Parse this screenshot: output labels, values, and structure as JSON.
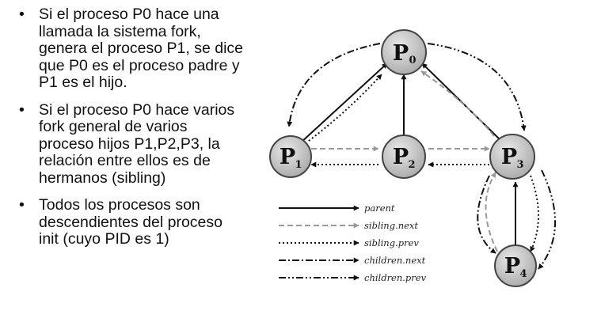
{
  "bullets": [
    "Si el proceso P0 hace una llamada la sistema fork, genera el proceso P1, se dice que P0 es el proceso padre y P1 es el hijo.",
    "Si el proceso P0 hace varios fork general de varios proceso hijos P1,P2,P3, la relación entre ellos es de hermanos (sibling)",
    "Todos los procesos son descendientes del proceso init (cuyo PID es 1)"
  ],
  "bullet_lines": [
    [
      "Si el proceso P0 hace una",
      "llamada la sistema fork,",
      "genera el proceso P1, se dice",
      "que P0 es el proceso padre y",
      "P1 es el hijo."
    ],
    [
      "Si el proceso P0 hace varios",
      "fork general de varios",
      "proceso hijos P1,P2,P3, la",
      "relación entre ellos es de",
      "hermanos (sibling)"
    ],
    [
      "Todos los procesos son",
      "descendientes del proceso",
      "init (cuyo PID es 1)"
    ]
  ],
  "diagram": {
    "nodes": [
      {
        "id": "P0",
        "letter": "P",
        "sub": "0"
      },
      {
        "id": "P1",
        "letter": "P",
        "sub": "1"
      },
      {
        "id": "P2",
        "letter": "P",
        "sub": "2"
      },
      {
        "id": "P3",
        "letter": "P",
        "sub": "3"
      },
      {
        "id": "P4",
        "letter": "P",
        "sub": "4"
      }
    ],
    "legend": [
      {
        "label": "parent",
        "style": "solid"
      },
      {
        "label": "sibling.next",
        "style": "dashed"
      },
      {
        "label": "sibling.prev",
        "style": "dotted"
      },
      {
        "label": "children.next",
        "style": "dashdot"
      },
      {
        "label": "children.prev",
        "style": "dashdotdot"
      }
    ]
  }
}
